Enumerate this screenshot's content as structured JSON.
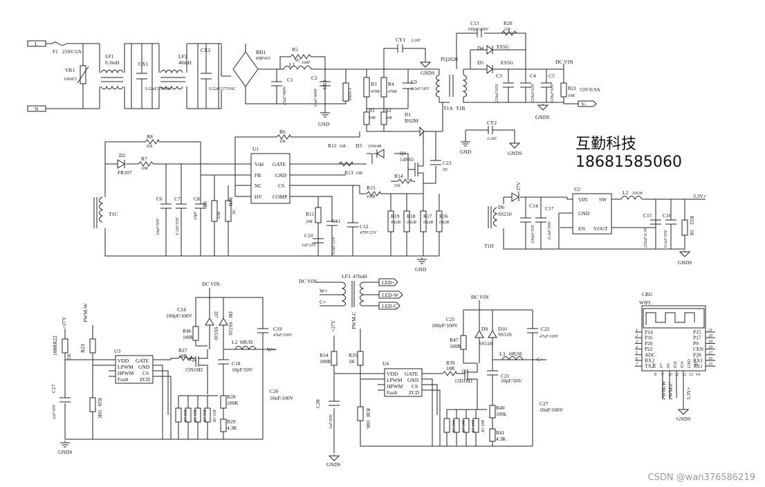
{
  "company": {
    "name": "互勤科技",
    "phone": "18681585060"
  },
  "watermark": "CSDN @wan376586219",
  "input": {
    "line": "L",
    "neutral": "N",
    "fuse_ref": "F1",
    "fuse_val": "250V/2A",
    "varistor_ref": "VR1",
    "varistor_val": "10D471",
    "lf1_ref": "LF1",
    "lf1_val": "0.3mH",
    "cx1_ref": "CX1",
    "cx1_val": "0.22uF/275VAC",
    "lf2_ref": "LF2",
    "lf2_val": "40mH",
    "cx2_ref": "CX2",
    "cx2_val": "0.22uF/275VAC",
    "bridge_ref": "BD1",
    "bridge_val": "KBP410",
    "r5_ref": "R5",
    "r5_val": "NC",
    "l1_ref": "L1",
    "l1_val": "1mH",
    "c1_ref": "C1",
    "c1_val": "22uF/400V",
    "c2_ref": "C2",
    "c2_val": "33uF/400V",
    "vr2_ref": "VR2",
    "vr2_val": "10D471",
    "gnd": "GND"
  },
  "flyback": {
    "cy1_ref": "CY1",
    "cy1_val": "2.2nF",
    "gnds": "GNDS",
    "r3_ref": "R3",
    "r3_val": "470K",
    "r4_ref": "R4",
    "r4_val": "470K",
    "c9_ref": "C9",
    "c9_val": "2.2nF/1KV",
    "r1_ref": "R1",
    "r1_val": "10R",
    "r2_ref": "R2",
    "r2_val": "10R",
    "d1_ref": "D1",
    "d1_val": "RS2M",
    "xfmr": "PQ2620",
    "t1a": "T1A",
    "t1b": "T1B",
    "c13_ref": "C13",
    "c13_val": "100pF/200V",
    "r20_ref": "R20",
    "r20_val": "22R",
    "d4_ref": "D4",
    "d4_val": "ES5G",
    "d5_ref": "D5",
    "d5_val": "ES5G",
    "c3_ref": "C3",
    "c3_val": "220uF/63V",
    "c4_ref": "C4",
    "c4_val": "220uF/63V",
    "c5_ref": "C5",
    "c5_val": "220uF/63V",
    "r21_ref": "R21",
    "r21_val": "10K",
    "dcvin": "DC VIN",
    "out_spec": "53V/0.9A",
    "vminus": "V-",
    "cy2_ref": "CY2",
    "cy2_val": "2.2nF"
  },
  "controller": {
    "ref": "U1",
    "pin_vdd": "Vdd",
    "pin_fb": "FB",
    "pin_nc": "NC",
    "pin_hv": "HV",
    "pin_gate": "GATE",
    "pin_gnd": "GND",
    "pin_cs": "CS",
    "pin_comp": "COMP",
    "r8_ref": "R8",
    "r8_val": "62k",
    "r6_ref": "R6",
    "r6_val": "10k",
    "d2_ref": "D2",
    "d2_val": "FR107",
    "r7_ref": "R7",
    "r7_val": "10R",
    "r12_ref": "R12",
    "r12_val": "10R",
    "d3_ref": "D3",
    "d3_val": "1N4148",
    "r13_ref": "R13",
    "r13_val": "10R",
    "q1_ref": "Q1",
    "q1_val": "14N65",
    "r14_ref": "R14",
    "r14_val": "51k",
    "r15_ref": "R15",
    "r15_val": "100R",
    "c23_ref": "C23",
    "c23_val": "NC",
    "t1c": "T1C",
    "c6_ref": "C6",
    "c6_val": "10uF/50V",
    "c7_ref": "C7",
    "c7_val": "0.1uF/50V",
    "c8_ref": "C8",
    "c8_val": "10pF",
    "r9_ref": "R9",
    "r9_val": "6.8k",
    "r10_ref": "R10",
    "r10_val": "NC",
    "r11_ref": "R11",
    "r11_val": "20R",
    "c10_ref": "C10",
    "c10_val": "1uF/25V",
    "c11_ref": "C11",
    "c11_val": "0.1uF/25V",
    "c12_ref": "C12",
    "c12_val": "47PF/25V",
    "r19_ref": "R19",
    "r19_val": "0.62R",
    "r18_ref": "R18",
    "r18_val": "0.62R",
    "r17_ref": "R17",
    "r17_val": "0.62R",
    "r16_ref": "R16",
    "r16_val": "0.62R",
    "gnd": "GND"
  },
  "buck": {
    "v27": "+27V",
    "d6_ref": "D6",
    "d6_val": "SS210",
    "t1d": "T1D",
    "c14_ref": "C14",
    "c14_val": "100uF/35V",
    "c17_ref": "C17",
    "c17_val": "0.1uF/50V",
    "ref": "U2",
    "pin_vin": "VIN",
    "pin_sw": "SW",
    "pin_gnd": "GND",
    "pin_en": "EN",
    "pin_vout": "VOUT",
    "l2_ref": "L2",
    "l2_val": "10UH",
    "c15_ref": "C15",
    "c15_val": "220uF/6.3V",
    "c16_ref": "C16",
    "c16_val": "0.1uF/50V",
    "r22_ref": "R22",
    "r22_val": "1K",
    "v33": "3.3V+",
    "gnds": "GNDS"
  },
  "led": {
    "dcvin": "DC VIN",
    "lf3_ref": "LF3",
    "lf3_val": "470uH",
    "wplus": "W+",
    "cplus": "C+",
    "led_plus": "LED+",
    "led_w": "LED-W",
    "led_c": "LED-C"
  },
  "driver1": {
    "dcvin": "DC VIN",
    "v27": "+27V",
    "r22_ref": "R22",
    "r22_val": "100R",
    "r23_ref": "R23",
    "r23_val": "1K",
    "pwm": "PWM-W",
    "c17_ref": "C17",
    "c17_val": "1uF/50V",
    "r26_ref": "R26",
    "r26_val": "10K",
    "ref": "U3",
    "pin_vdd": "VDD",
    "pin_lpwm": "LPWM",
    "pin_hpwm": "HPWM",
    "pin_fault": "Fault",
    "pin_gate": "GATE",
    "pin_gnd": "GND",
    "pin_cs": "CS",
    "pin_zcd": "ZCD",
    "c24_ref": "C24",
    "c24_val": "100pF/100V",
    "d7_ref": "D7",
    "d7_val": "SS510",
    "d8_ref": "D8",
    "d8_val": "SS510",
    "r46_ref": "R46",
    "r46_val": "100R",
    "r27_ref": "R27",
    "r27_val": "10R",
    "q2_ref": "Q2",
    "q2_val": "15N10D",
    "c19_ref": "C19",
    "c19_val": "47uF/100V",
    "l2_ref": "L2",
    "l2_val": "68UH",
    "out": "W+",
    "c18_ref": "C18",
    "c18_val": "10pF/50V",
    "c26_ref": "C26",
    "c26_val": "10nF/100V",
    "r28_ref": "R28",
    "r28_val": "100K",
    "r29_ref": "R29",
    "r29_val": "4.3K",
    "rs": [
      "R30 1R",
      "R31 1R",
      "R32 1R",
      "R33 1R"
    ],
    "gnds": "GNDS"
  },
  "driver2": {
    "dcvin": "DC VIN",
    "v27": "+27V",
    "r34_ref": "R34",
    "r34_val": "100R",
    "r35_ref": "R35",
    "r35_val": "1K",
    "pwm": "PWM-C",
    "c20_ref": "C20",
    "c20_val": "1uF/50V",
    "r38_ref": "R38",
    "r38_val": "10K",
    "ref": "U4",
    "pin_vdd": "VDD",
    "pin_lpwm": "LPWM",
    "pin_hpwm": "HPWM",
    "pin_fault": "Fault",
    "pin_gate": "GATE",
    "pin_gnd": "GND",
    "pin_cs": "CS",
    "pin_zcd": "ZCD",
    "c25_ref": "C25",
    "c25_val": "100pF/100V",
    "d9_ref": "D9",
    "d9_val": "SS510",
    "d10_ref": "D10",
    "d10_val": "SS510",
    "r47_ref": "R47",
    "r47_val": "100R",
    "r39_ref": "R39",
    "r39_val": "10R",
    "q3_ref": "Q3",
    "q3_val": "15D10D",
    "c22_ref": "C22",
    "c22_val": "47uF/100V",
    "l3_ref": "L3",
    "l3_val": "68UH",
    "out": "C+",
    "c21_ref": "C21",
    "c21_val": "10pF/50V",
    "c27_ref": "C27",
    "c27_val": "10nF/100V",
    "r40_ref": "R40",
    "r40_val": "100k",
    "r41_ref": "R41",
    "r41_val": "4.3K",
    "rs": [
      "R42 1R",
      "R43 1R",
      "R44 1R",
      "R45 1R"
    ],
    "gnds": "GNDS"
  },
  "wifi": {
    "title": "CBU",
    "ref": "WIFI",
    "left_pins": [
      "P14",
      "P16",
      "P20",
      "P22",
      "ADC",
      "RX2",
      "TX2"
    ],
    "left_nums": [
      "1",
      "2",
      "3",
      "4",
      "5",
      "6",
      "7"
    ],
    "right_pins": [
      "P15",
      "P17",
      "P9",
      "CEN",
      "P28",
      "RX1",
      "TX1"
    ],
    "right_nums": [
      "21",
      "20",
      "19",
      "18",
      "17",
      "16",
      "15"
    ],
    "bottom_pins": [
      "P8",
      "P7",
      "P6",
      "P26",
      "P24",
      "GND",
      "3V3"
    ],
    "bottom_nums": [
      "8",
      "9",
      "10",
      "11",
      "12",
      "13",
      "14"
    ],
    "net_pwmw": "PWM-W",
    "net_pwmc": "PWM-C",
    "net_33": "3.3V+",
    "gnds": "GNDS"
  }
}
